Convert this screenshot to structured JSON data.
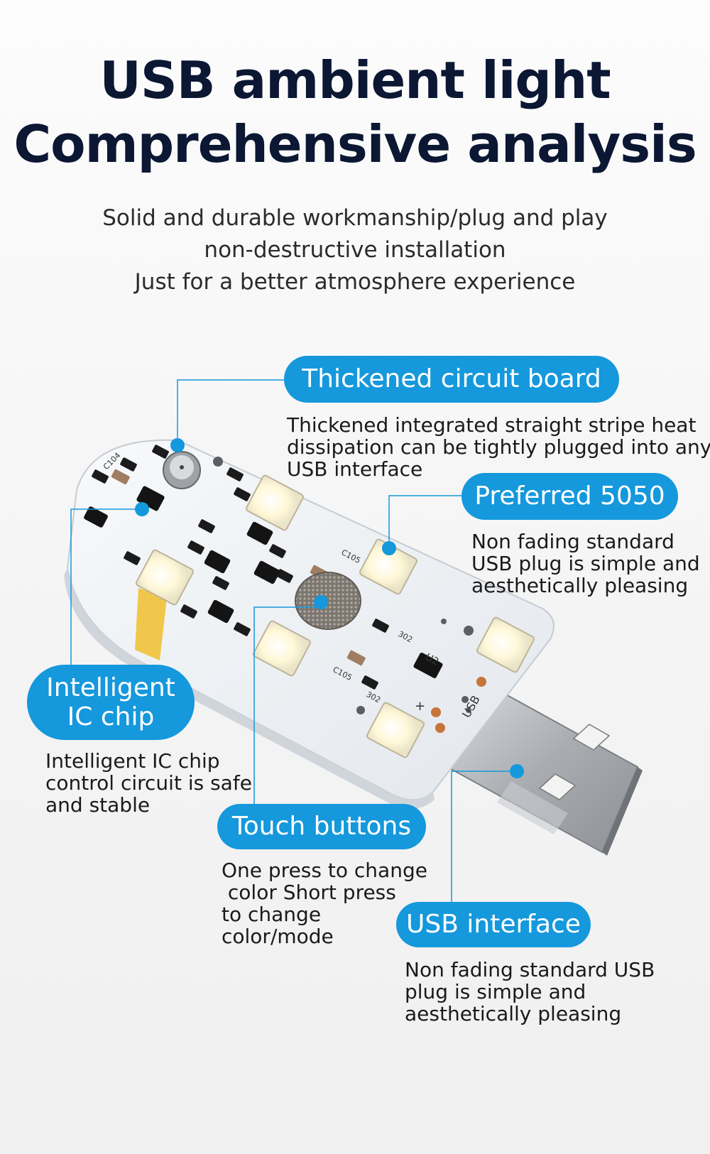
{
  "header": {
    "title_line1": "USB ambient light",
    "title_line2": "Comprehensive analysis",
    "subtitle_lines": [
      "Solid and durable workmanship/plug and play",
      "non-destructive installation",
      "Just for a better atmosphere experience"
    ]
  },
  "callouts": {
    "circuit_board": {
      "label": "Thickened circuit board",
      "lines": [
        "Thickened integrated straight stripe heat",
        "dissipation can be tightly plugged into any",
        "USB interface"
      ]
    },
    "preferred_5050": {
      "label": "Preferred 5050",
      "lines": [
        "Non fading standard",
        "USB plug is simple and",
        "aesthetically pleasing"
      ]
    },
    "ic_chip": {
      "label_line1": "Intelligent",
      "label_line2": "IC chip",
      "lines": [
        "Intelligent IC chip",
        "control circuit is safe",
        "and stable"
      ]
    },
    "touch_buttons": {
      "label": "Touch buttons",
      "lines": [
        "One press to change",
        " color Short press",
        "to change",
        "color/mode"
      ]
    },
    "usb_interface": {
      "label": "USB interface",
      "lines": [
        "Non fading standard USB",
        "plug is simple and",
        "aesthetically pleasing"
      ]
    }
  },
  "board_markings": {
    "usb": "USB",
    "u2": "U2",
    "c105": "C105",
    "c104": "C104",
    "r302": "302",
    "plus": "+"
  },
  "colors": {
    "accent": "#1598dc",
    "title": "#0b1733",
    "board": "#eef1f5",
    "metal": "#b8bcc0"
  }
}
